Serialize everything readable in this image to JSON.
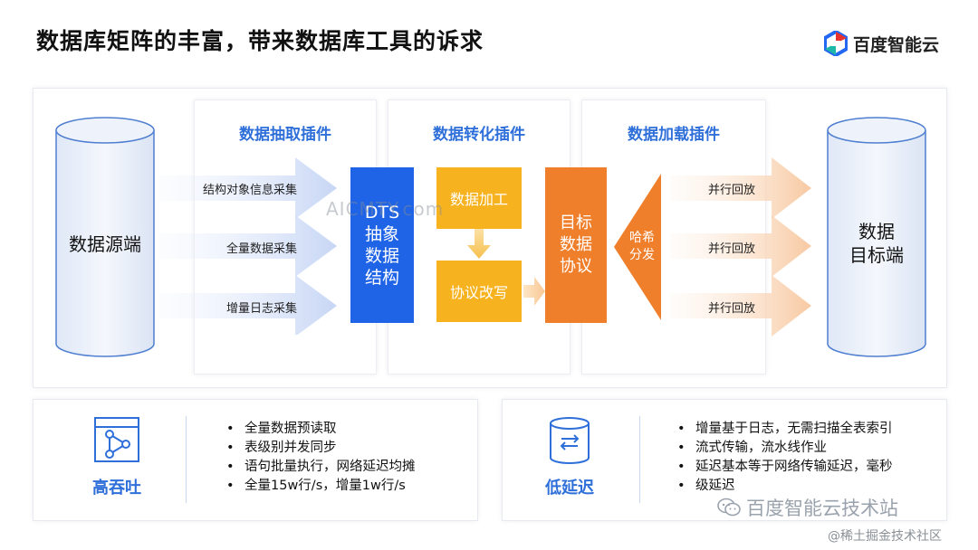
{
  "header": {
    "title": "数据库矩阵的丰富，带来数据库工具的诉求",
    "logo_text": "百度智能云"
  },
  "diagram": {
    "source_label": "数据源端",
    "target_label_line1": "数据",
    "target_label_line2": "目标端",
    "extract": {
      "title": "数据抽取插件",
      "items": [
        "结构对象信息采集",
        "全量数据采集",
        "增量日志采集"
      ]
    },
    "transform": {
      "title": "数据转化插件",
      "process_label": "数据加工",
      "rewrite_label": "协议改写"
    },
    "load": {
      "title": "数据加载插件",
      "items": [
        "并行回放",
        "并行回放",
        "并行回放"
      ]
    },
    "dts_box": [
      "DTS",
      "抽象",
      "数据",
      "结构"
    ],
    "target_protocol_box": [
      "目标",
      "数据",
      "协议"
    ],
    "hash_label": [
      "哈希",
      "分发"
    ],
    "overlay_watermark": "AICMTY.com"
  },
  "features": {
    "high_throughput": {
      "label": "高吞吐",
      "bullets": [
        "全量数据预读取",
        "表级别并发同步",
        "语句批量执行，网络延迟均摊",
        "全量15w行/s，增量1w行/s"
      ]
    },
    "low_latency": {
      "label": "低延迟",
      "bullets": [
        "增量基于日志，无需扫描全表索引",
        "流式传输，流水线作业",
        "延迟基本等于网络传输延迟，毫秒",
        "级延迟"
      ]
    }
  },
  "watermarks": {
    "channel": "百度智能云技术站",
    "community": "@稀土掘金技术社区"
  },
  "colors": {
    "accent_blue": "#2e6fd9",
    "dts_blue": "#1f63e6",
    "yellow": "#f7b21f",
    "orange": "#f07f2c"
  }
}
